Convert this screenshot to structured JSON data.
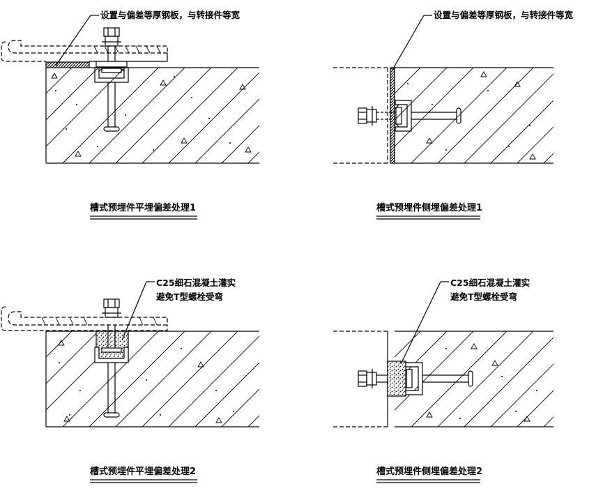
{
  "panels": [
    {
      "id": "flat-1",
      "caption": "槽式预埋件平埋偏差处理1",
      "note_lines": [
        "设置与偏差等厚钢板，与转接件等宽"
      ]
    },
    {
      "id": "side-1",
      "caption": "槽式预埋件侧埋偏差处理1",
      "note_lines": [
        "设置与偏差等厚钢板，与转接件等宽"
      ]
    },
    {
      "id": "flat-2",
      "caption": "槽式预埋件平埋偏差处理2",
      "note_lines": [
        "C25细石混凝土灌实",
        "避免T型螺栓受弯"
      ]
    },
    {
      "id": "side-2",
      "caption": "槽式预埋件侧埋偏差处理2",
      "note_lines": [
        "C25细石混凝土灌实",
        "避免T型螺栓受弯"
      ]
    }
  ],
  "colors": {
    "line": "#000000",
    "background": "#ffffff"
  }
}
